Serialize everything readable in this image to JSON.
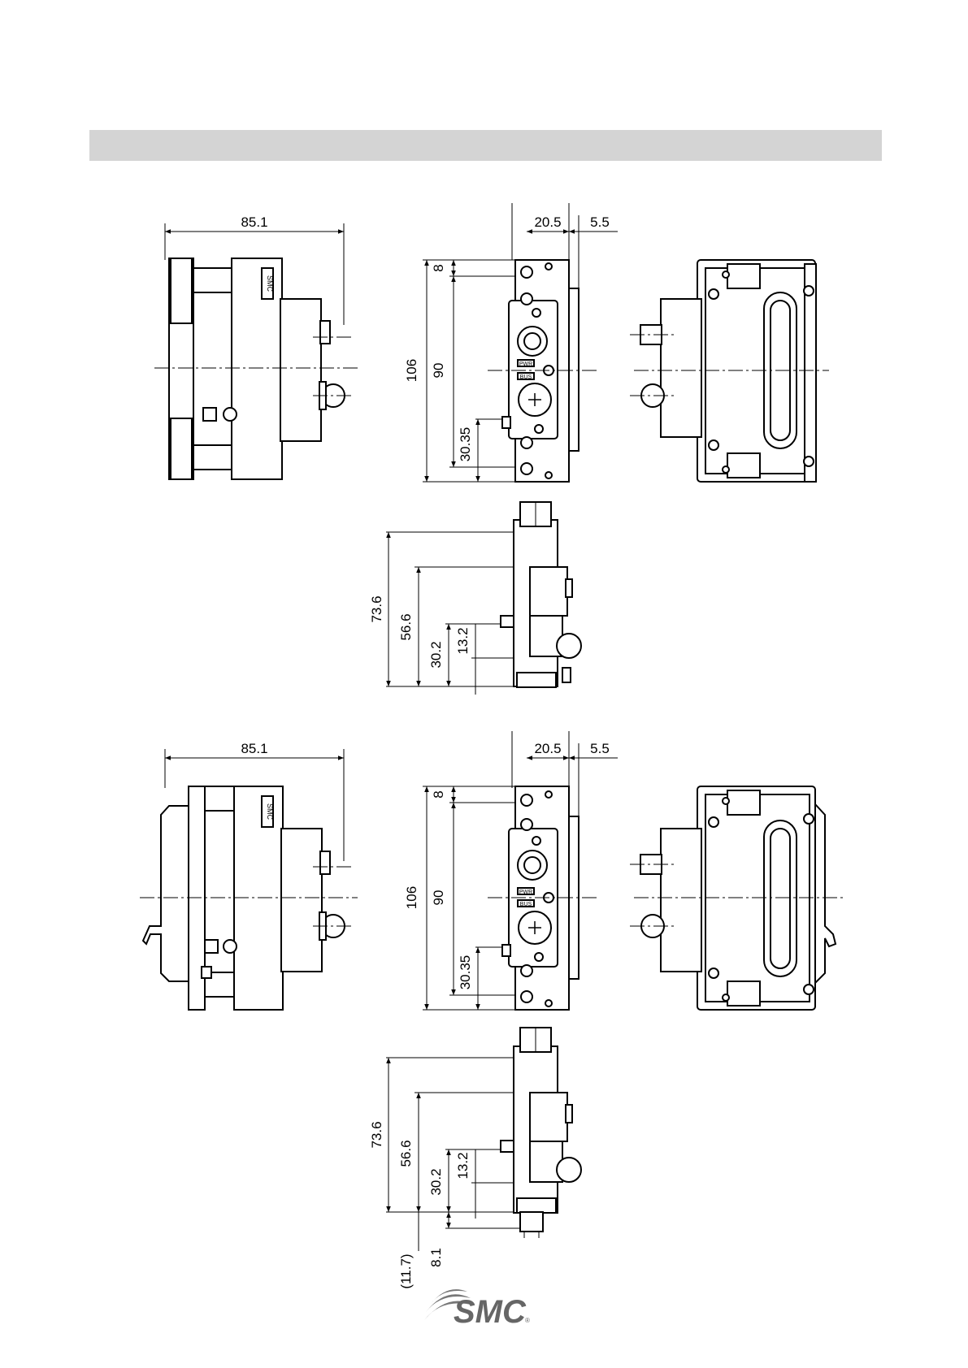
{
  "logo": {
    "text": "SMC",
    "registered": "®"
  },
  "upper": {
    "side_width": "85.1",
    "front_width": "20.5",
    "front_offset": "5.5",
    "front_height_total": "106",
    "front_top": "8",
    "front_pitch": "90",
    "front_bottom": "30.35",
    "bottom_total": "73.6",
    "bottom_mid": "56.6",
    "bottom_low": "30.2",
    "bottom_small": "13.2"
  },
  "lower": {
    "side_width": "85.1",
    "front_width": "20.5",
    "front_offset": "5.5",
    "front_height_total": "106",
    "front_top": "8",
    "front_pitch": "90",
    "front_bottom": "30.35",
    "bottom_total": "73.6",
    "bottom_mid": "56.6",
    "bottom_low": "30.2",
    "bottom_small": "13.2",
    "bottom_ext": "8.1",
    "bottom_ref": "(11.7)"
  },
  "labels": {
    "smc_badge": "SMC",
    "pwr": "PWR",
    "bus": "BUS",
    "pwr2": "PWR",
    "bus2": "BUS"
  }
}
